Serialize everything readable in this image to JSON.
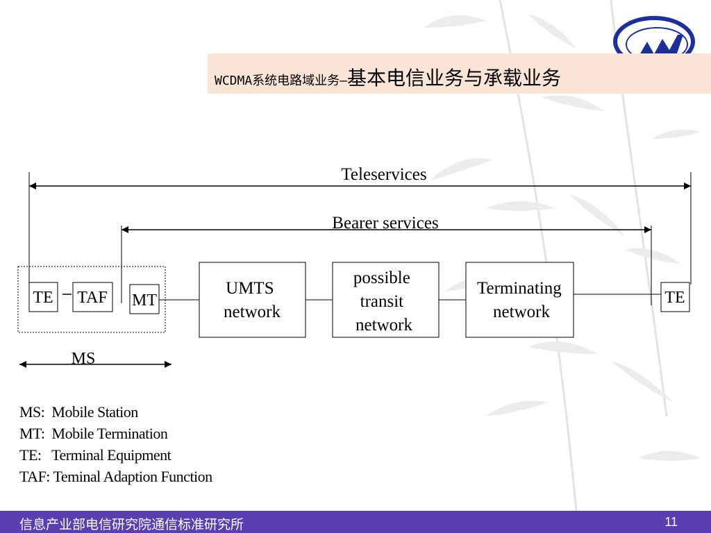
{
  "header": {
    "title_prefix": "WCDMA系统电路域业务—",
    "title_main": "基本电信业务与承载业务"
  },
  "diagram": {
    "teleservices_label": "Teleservices",
    "bearer_label": "Bearer services",
    "ms_label": "MS",
    "nodes": {
      "te_left": "TE",
      "taf": "TAF",
      "mt": "MT",
      "te_right": "TE",
      "umts": [
        "UMTS",
        "network"
      ],
      "transit": [
        "possible",
        "transit",
        "network"
      ],
      "terminating": [
        "Terminating",
        "network"
      ]
    }
  },
  "legend": [
    "MS:  Mobile Station",
    "MT:  Mobile Termination",
    "TE:   Terminal Equipment",
    "TAF: Teminal Adaption Function"
  ],
  "footer": {
    "organization": "信息产业部电信研究院通信标准研究所",
    "page_number": "11"
  },
  "colors": {
    "title_band": "#fbe5d6",
    "footer_band": "#5a3fb0",
    "logo_blue": "#1c2f9a",
    "bamboo": "#d9d9d9"
  }
}
